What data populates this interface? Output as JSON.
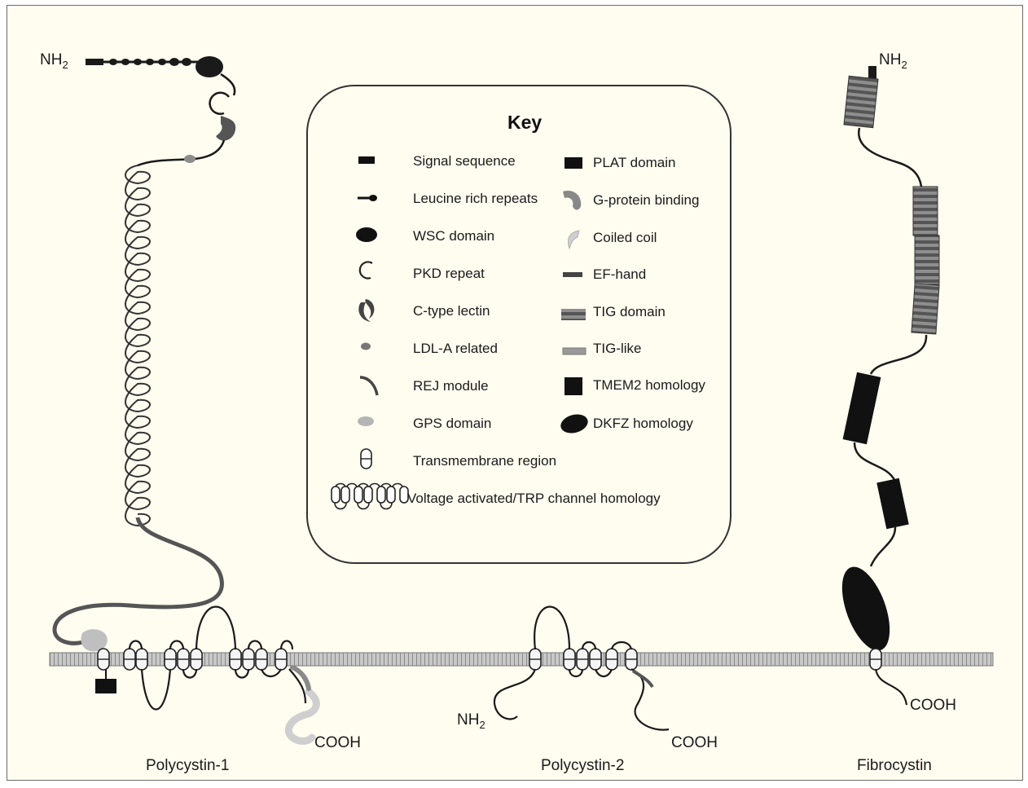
{
  "key": {
    "title": "Key",
    "left": [
      {
        "icon": "signal-sequence-icon",
        "label": "Signal sequence"
      },
      {
        "icon": "leucine-rich-repeats-icon",
        "label": "Leucine rich repeats"
      },
      {
        "icon": "wsc-domain-icon",
        "label": "WSC domain"
      },
      {
        "icon": "pkd-repeat-icon",
        "label": "PKD repeat"
      },
      {
        "icon": "c-type-lectin-icon",
        "label": "C-type lectin"
      },
      {
        "icon": "ldl-a-related-icon",
        "label": "LDL-A related"
      },
      {
        "icon": "rej-module-icon",
        "label": "REJ module"
      },
      {
        "icon": "gps-domain-icon",
        "label": "GPS domain"
      },
      {
        "icon": "transmembrane-region-icon",
        "label": "Transmembrane region"
      },
      {
        "icon": "trp-channel-homology-icon",
        "label": "Voltage activated/TRP channel homology"
      }
    ],
    "right": [
      {
        "icon": "plat-domain-icon",
        "label": "PLAT domain"
      },
      {
        "icon": "g-protein-binding-icon",
        "label": "G-protein binding"
      },
      {
        "icon": "coiled-coil-icon",
        "label": "Coiled coil"
      },
      {
        "icon": "ef-hand-icon",
        "label": "EF-hand"
      },
      {
        "icon": "tig-domain-icon",
        "label": "TIG domain"
      },
      {
        "icon": "tig-like-icon",
        "label": "TIG-like"
      },
      {
        "icon": "tmem2-homology-icon",
        "label": "TMEM2 homology"
      },
      {
        "icon": "dkfz-homology-icon",
        "label": "DKFZ homology"
      }
    ]
  },
  "proteins": {
    "pc1": {
      "name": "Polycystin-1",
      "n_term": "NH",
      "n_sub": "2",
      "c_term": "COOH"
    },
    "pc2": {
      "name": "Polycystin-2",
      "n_term": "NH",
      "n_sub": "2",
      "c_term": "COOH"
    },
    "fibro": {
      "name": "Fibrocystin",
      "n_term": "NH",
      "n_sub": "2",
      "c_term": "COOH"
    }
  },
  "colors": {
    "background": "#fffdf0",
    "dark": "#1a1a1a",
    "membrane": "#bdbdbd",
    "gps": "#b8b8b8",
    "coiled_coil": "#cfcfcf",
    "g_protein": "#8a8a8a",
    "tig_dark": "#4a4a4a",
    "tig_light": "#9a9a9a"
  }
}
